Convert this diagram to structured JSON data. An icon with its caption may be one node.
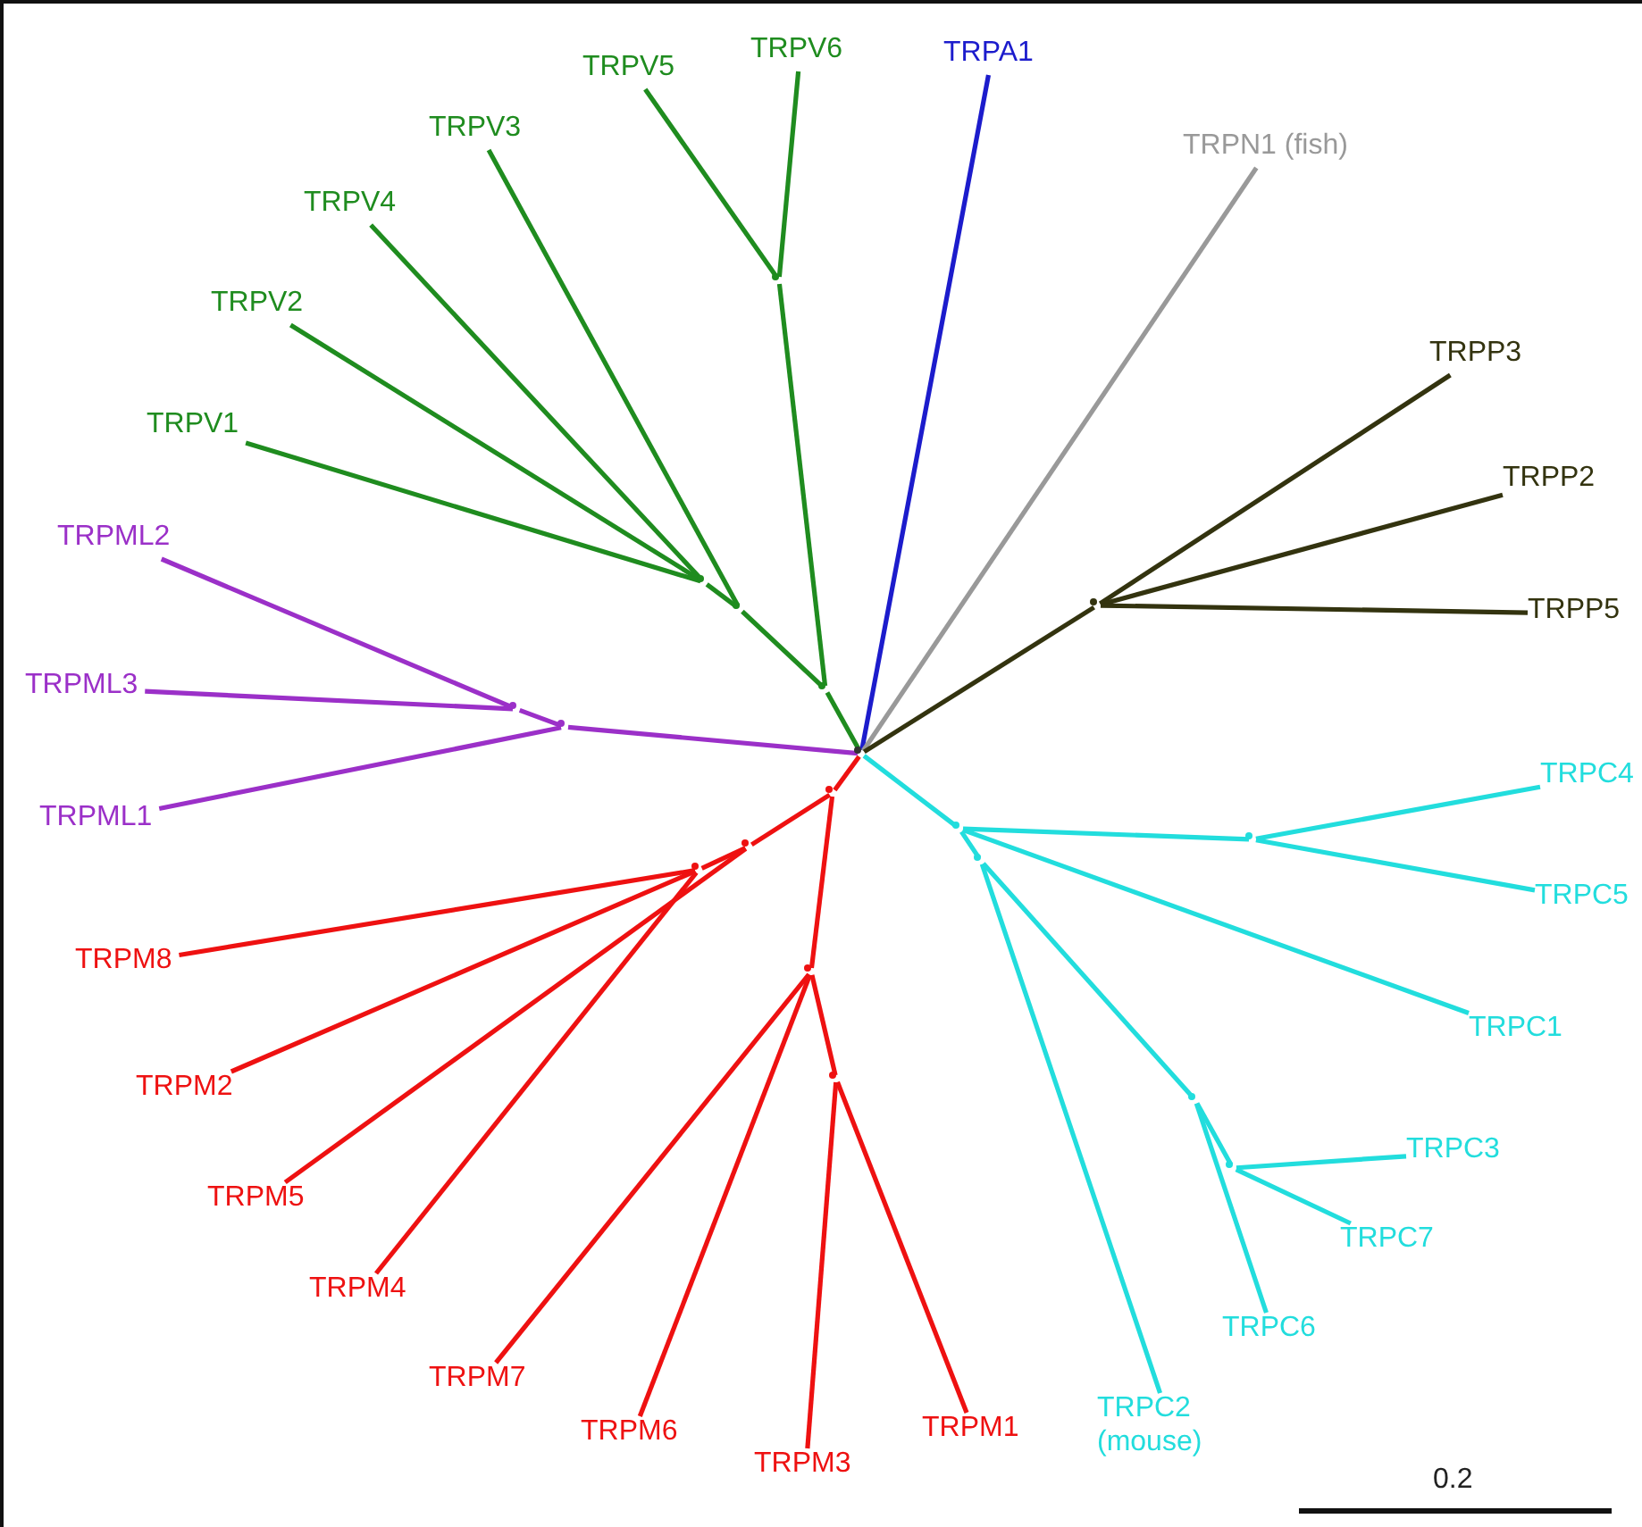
{
  "diagram": {
    "nodes": [
      {
        "text": [],
        "shape": "dot"
      },
      {
        "text": [],
        "shape": "dot"
      },
      {
        "text": [],
        "shape": "dot"
      },
      {
        "text": [],
        "shape": "dot"
      },
      {
        "text": [],
        "shape": "dot"
      },
      {
        "text": [
          "TRPV5"
        ]
      },
      {
        "text": [
          "TRPV6"
        ]
      },
      {
        "text": [
          "TRPV3"
        ]
      },
      {
        "text": [
          "TRPV4"
        ]
      },
      {
        "text": [
          "TRPV2"
        ]
      },
      {
        "text": [
          "TRPV1"
        ]
      },
      {
        "text": [
          "TRPA1"
        ]
      },
      {
        "text": [
          "TRPN1 (fish)"
        ]
      },
      {
        "text": [],
        "shape": "dot"
      },
      {
        "text": [
          "TRPP3"
        ]
      },
      {
        "text": [
          "TRPP2"
        ]
      },
      {
        "text": [
          "TRPP5"
        ]
      },
      {
        "text": [],
        "shape": "dot"
      },
      {
        "text": [],
        "shape": "dot"
      },
      {
        "text": [
          "TRPML2"
        ]
      },
      {
        "text": [
          "TRPML3"
        ]
      },
      {
        "text": [
          "TRPML1"
        ]
      },
      {
        "text": [],
        "shape": "dot"
      },
      {
        "text": [],
        "shape": "dot"
      },
      {
        "text": [],
        "shape": "dot"
      },
      {
        "text": [],
        "shape": "dot"
      },
      {
        "text": [],
        "shape": "dot"
      },
      {
        "text": [
          "TRPM8"
        ]
      },
      {
        "text": [
          "TRPM2"
        ]
      },
      {
        "text": [
          "TRPM5"
        ]
      },
      {
        "text": [
          "TRPM4"
        ]
      },
      {
        "text": [
          "TRPM7"
        ]
      },
      {
        "text": [
          "TRPM6"
        ]
      },
      {
        "text": [
          "TRPM3"
        ]
      },
      {
        "text": [
          "TRPM1"
        ]
      },
      {
        "text": [],
        "shape": "dot"
      },
      {
        "text": [],
        "shape": "dot"
      },
      {
        "text": [],
        "shape": "dot"
      },
      {
        "text": [],
        "shape": "dot"
      },
      {
        "text": [],
        "shape": "dot"
      },
      {
        "text": [
          "TRPC4"
        ]
      },
      {
        "text": [
          "TRPC5"
        ]
      },
      {
        "text": [
          "TRPC1"
        ]
      },
      {
        "text": [
          "TRPC3"
        ]
      },
      {
        "text": [
          "TRPC7"
        ]
      },
      {
        "text": [
          "TRPC6"
        ]
      },
      {
        "text": [
          "TRPC2 (mouse)"
        ]
      }
    ],
    "edges": [
      {
        "from": 0,
        "to": 1,
        "arrow": "none",
        "color": "#1f8c1f"
      },
      {
        "from": 1,
        "to": 2,
        "arrow": "none",
        "color": "#1f8c1f"
      },
      {
        "from": 1,
        "to": 3,
        "arrow": "none",
        "color": "#1f8c1f"
      },
      {
        "from": 3,
        "to": 4,
        "arrow": "none",
        "color": "#1f8c1f"
      },
      {
        "from": 3,
        "to": 7,
        "arrow": "none",
        "color": "#1f8c1f"
      },
      {
        "from": 4,
        "to": 8,
        "arrow": "none",
        "color": "#1f8c1f"
      },
      {
        "from": 4,
        "to": 9,
        "arrow": "none",
        "color": "#1f8c1f"
      },
      {
        "from": 4,
        "to": 10,
        "arrow": "none",
        "color": "#1f8c1f"
      },
      {
        "from": 2,
        "to": 5,
        "arrow": "none",
        "color": "#1f8c1f"
      },
      {
        "from": 2,
        "to": 6,
        "arrow": "none",
        "color": "#1f8c1f"
      },
      {
        "from": 0,
        "to": 11,
        "arrow": "none",
        "color": "#1c1ccc"
      },
      {
        "from": 0,
        "to": 12,
        "arrow": "none",
        "color": "#999999"
      },
      {
        "from": 0,
        "to": 13,
        "arrow": "none",
        "color": "#33330f"
      },
      {
        "from": 13,
        "to": 14,
        "arrow": "none",
        "color": "#33330f"
      },
      {
        "from": 13,
        "to": 15,
        "arrow": "none",
        "color": "#33330f"
      },
      {
        "from": 13,
        "to": 16,
        "arrow": "none",
        "color": "#33330f"
      },
      {
        "from": 0,
        "to": 17,
        "arrow": "none",
        "color": "#9b30c8"
      },
      {
        "from": 17,
        "to": 18,
        "arrow": "none",
        "color": "#9b30c8"
      },
      {
        "from": 18,
        "to": 19,
        "arrow": "none",
        "color": "#9b30c8"
      },
      {
        "from": 18,
        "to": 20,
        "arrow": "none",
        "color": "#9b30c8"
      },
      {
        "from": 17,
        "to": 21,
        "arrow": "none",
        "color": "#9b30c8"
      },
      {
        "from": 0,
        "to": 22,
        "arrow": "none",
        "color": "#ee1111"
      },
      {
        "from": 22,
        "to": 23,
        "arrow": "none",
        "color": "#ee1111"
      },
      {
        "from": 23,
        "to": 24,
        "arrow": "none",
        "color": "#ee1111"
      },
      {
        "from": 24,
        "to": 27,
        "arrow": "none",
        "color": "#ee1111"
      },
      {
        "from": 24,
        "to": 28,
        "arrow": "none",
        "color": "#ee1111"
      },
      {
        "from": 23,
        "to": 29,
        "arrow": "none",
        "color": "#ee1111"
      },
      {
        "from": 24,
        "to": 30,
        "arrow": "none",
        "color": "#ee1111"
      },
      {
        "from": 22,
        "to": 25,
        "arrow": "none",
        "color": "#ee1111"
      },
      {
        "from": 25,
        "to": 31,
        "arrow": "none",
        "color": "#ee1111"
      },
      {
        "from": 25,
        "to": 32,
        "arrow": "none",
        "color": "#ee1111"
      },
      {
        "from": 25,
        "to": 26,
        "arrow": "none",
        "color": "#ee1111"
      },
      {
        "from": 26,
        "to": 33,
        "arrow": "none",
        "color": "#ee1111"
      },
      {
        "from": 26,
        "to": 34,
        "arrow": "none",
        "color": "#ee1111"
      },
      {
        "from": 0,
        "to": 35,
        "arrow": "none",
        "color": "#22dddd"
      },
      {
        "from": 35,
        "to": 36,
        "arrow": "none",
        "color": "#22dddd"
      },
      {
        "from": 36,
        "to": 40,
        "arrow": "none",
        "color": "#22dddd"
      },
      {
        "from": 36,
        "to": 41,
        "arrow": "none",
        "color": "#22dddd"
      },
      {
        "from": 35,
        "to": 42,
        "arrow": "none",
        "color": "#22dddd"
      },
      {
        "from": 35,
        "to": 37,
        "arrow": "none",
        "color": "#22dddd"
      },
      {
        "from": 37,
        "to": 46,
        "arrow": "none",
        "color": "#22dddd"
      },
      {
        "from": 37,
        "to": 38,
        "arrow": "none",
        "color": "#22dddd"
      },
      {
        "from": 38,
        "to": 39,
        "arrow": "none",
        "color": "#22dddd"
      },
      {
        "from": 39,
        "to": 43,
        "arrow": "none",
        "color": "#22dddd"
      },
      {
        "from": 39,
        "to": 44,
        "arrow": "none",
        "color": "#22dddd"
      },
      {
        "from": 38,
        "to": 45,
        "arrow": "none",
        "color": "#22dddd"
      }
    ],
    "labels": [
      "0.2"
    ]
  }
}
